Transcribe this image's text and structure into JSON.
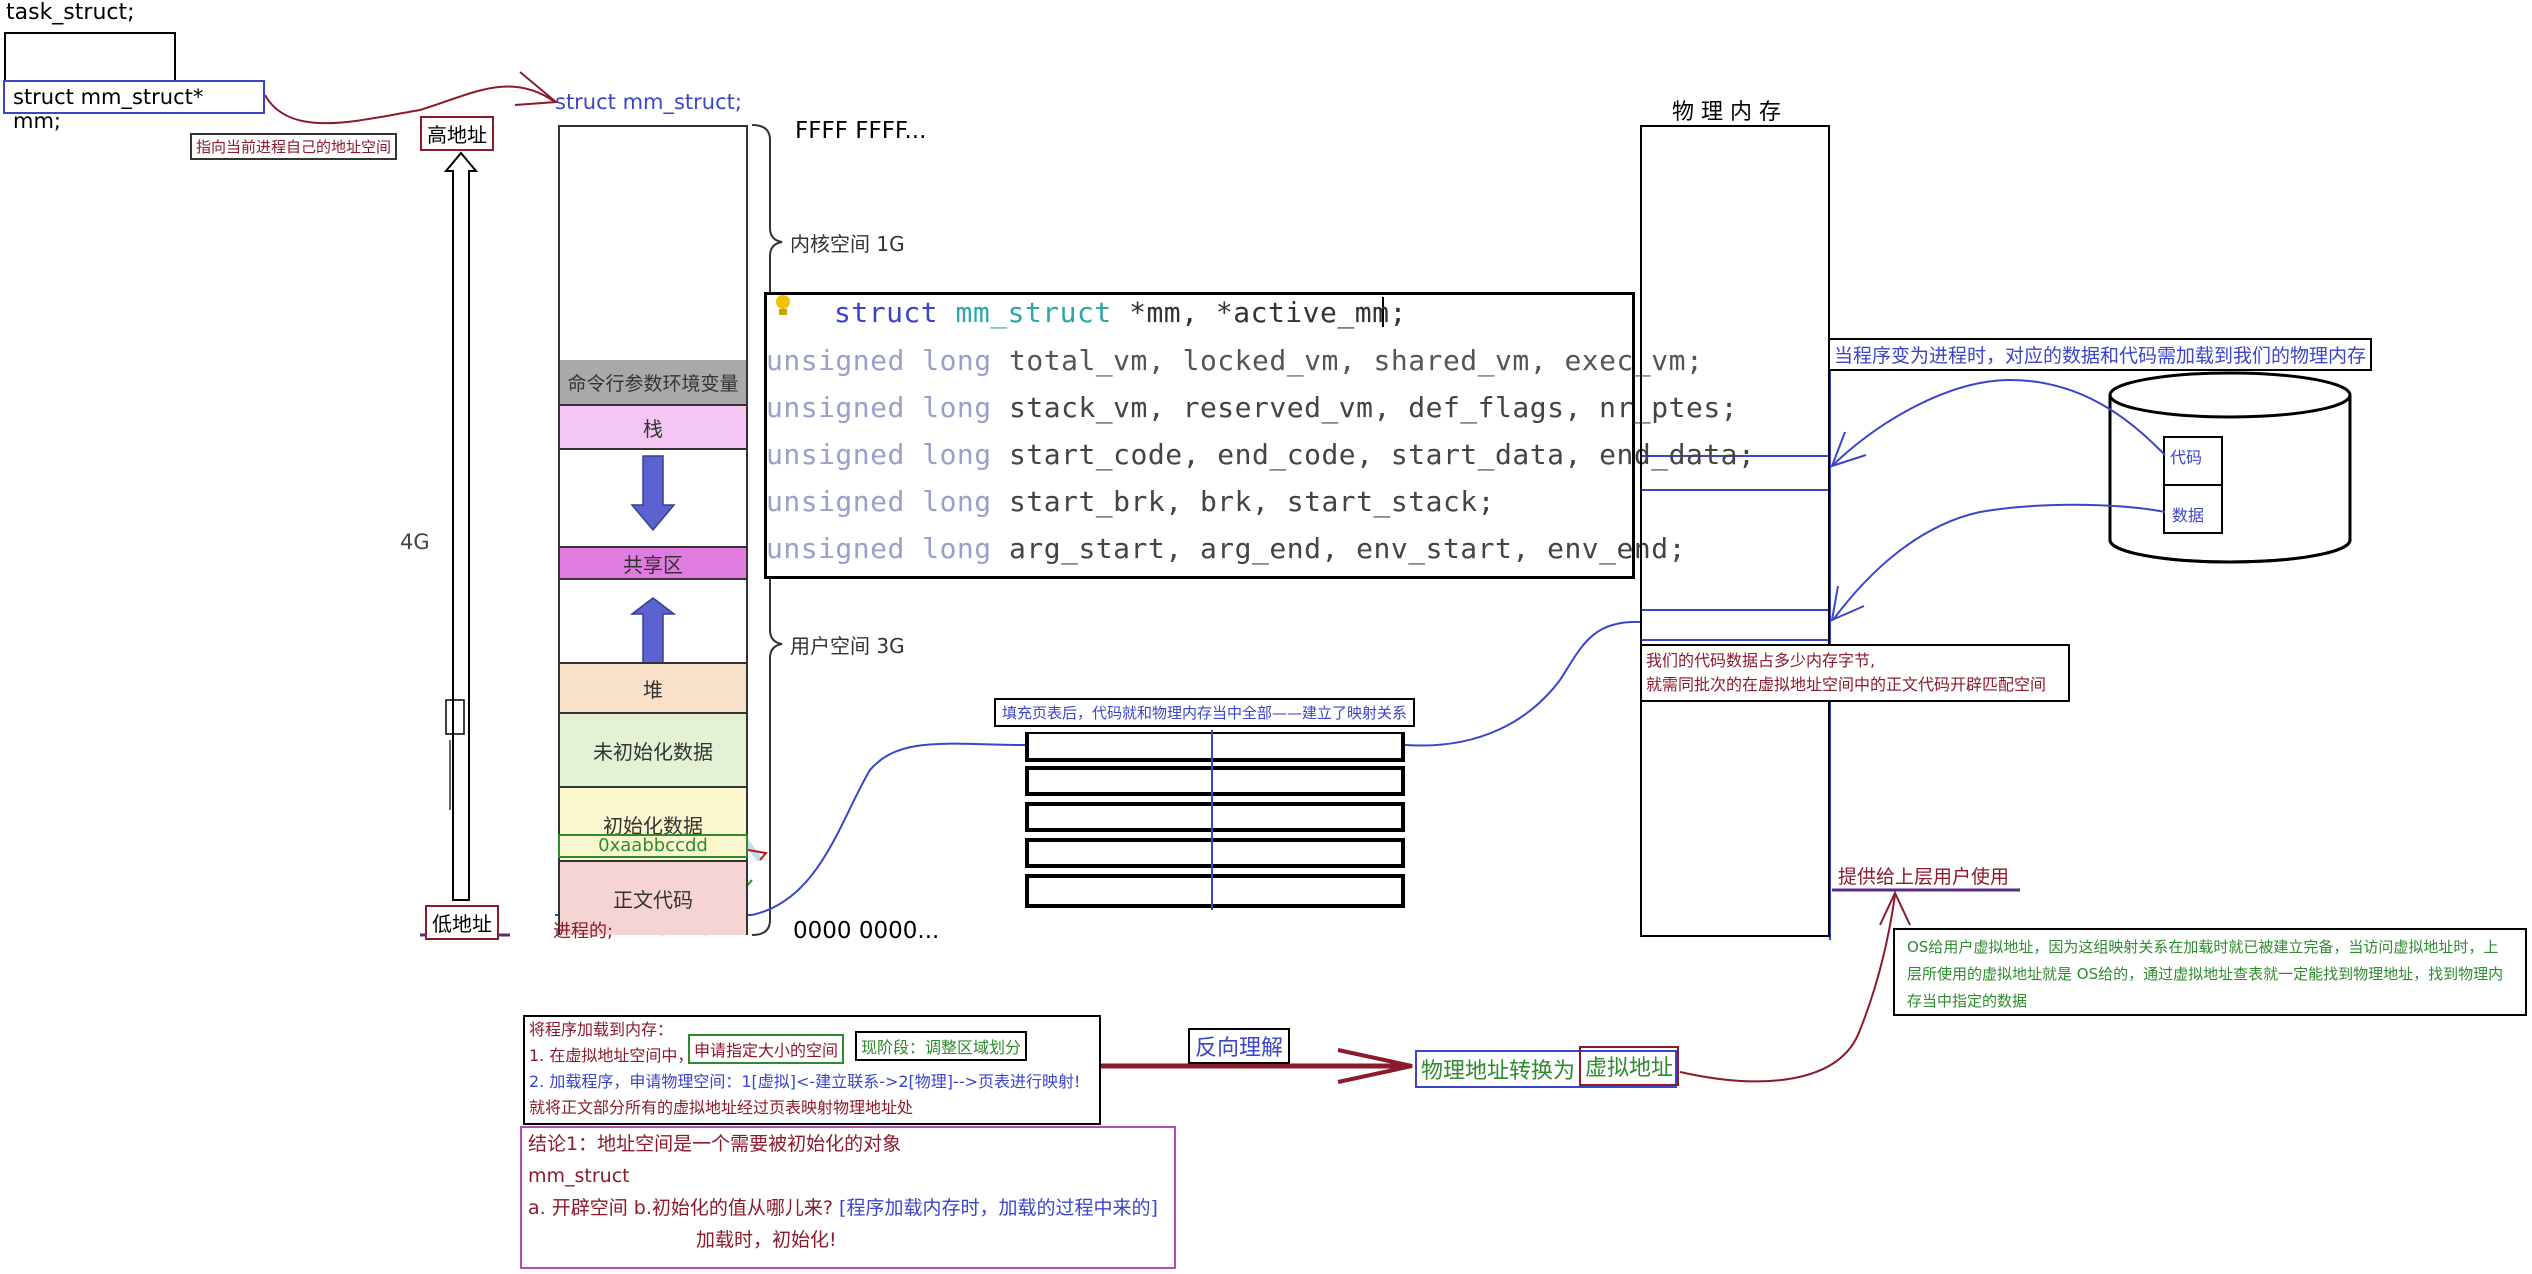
{
  "task_struct": {
    "title": "task_struct;",
    "field": "struct mm_struct* mm;",
    "note": "指向当前进程自己的地址空间"
  },
  "mm_struct_label": "struct mm_struct;",
  "address_space": {
    "high_addr": "高地址",
    "low_addr": "低地址",
    "size_label": "4G",
    "top_addr": "FFFF FFFF...",
    "bottom_addr": "0000 0000...",
    "kernel_space": "内核空间 1G",
    "user_space": "用户空间 3G",
    "process_label": "进程的;",
    "segments": {
      "args_env": "命令行参数环境变量",
      "stack": "栈",
      "shared": "共享区",
      "heap": "堆",
      "bss": "未初始化数据",
      "data": "初始化数据",
      "addr_value": "0xaabbccdd",
      "text": "正文代码"
    }
  },
  "code_box": {
    "lines": [
      {
        "kw": "struct ",
        "type": "mm_struct",
        "rest": " *mm, *active_mm;"
      },
      {
        "kw": "unsigned long ",
        "rest": "total_vm, locked_vm, shared_vm, exec_vm;"
      },
      {
        "kw": "unsigned long ",
        "rest": "stack_vm, reserved_vm, def_flags, nr_ptes;"
      },
      {
        "kw": "unsigned long ",
        "rest": "start_code, end_code, start_data, end_data;"
      },
      {
        "kw": "unsigned long ",
        "rest": "start_brk, brk, start_stack;"
      },
      {
        "kw": "unsigned long ",
        "rest": "arg_start, arg_end, env_start, env_end;"
      }
    ]
  },
  "page_table": {
    "note": "填充页表后，代码就和物理内存当中全部——建立了映射关系"
  },
  "physical_memory": {
    "title": "物 理 内 存",
    "load_note": "当程序变为进程时，对应的数据和代码需加载到我们的物理内存",
    "code_label": "代码",
    "data_label": "数据",
    "size_note_1": "我们的代码数据占多少内存字节,",
    "size_note_2": "就需同批次的在虚拟地址空间中的正文代码开辟匹配空间",
    "provide_note": "提供给上层用户使用",
    "os_note": "OS给用户虚拟地址，因为这组映射关系在加载时就已被建立完备，当访问虚拟地址时，上层所使用的虚拟地址就是 OS给的，通过虚拟地址查表就一定能找到物理地址，找到物理内存当中指定的数据"
  },
  "loading_box": {
    "title": "将程序加载到内存：",
    "step1": "1. 在虚拟地址空间中，",
    "step1_highlight": "申请指定大小的空间",
    "stage_note": "现阶段：调整区域划分",
    "step2": "2. 加载程序，申请物理空间：1[虚拟]<-建立联系->2[物理]-->页表进行映射!",
    "step3": "就将正文部分所有的虚拟地址经过页表映射物理地址处"
  },
  "reverse": {
    "label": "反向理解",
    "conversion": "物理地址转换为",
    "conversion_highlight": "虚拟地址"
  },
  "conclusion": {
    "line1": "结论1：地址空间是一个需要被初始化的对象",
    "line2": "mm_struct",
    "line3a": "a. 开辟空间 b.",
    "line3b": "初始化",
    "line3c": "的值从哪儿来?",
    "line3d": "[程序加载内存时，加载的过程中来的]",
    "line4": "加载时，初始化!"
  },
  "colors": {
    "blue": "#3b45c9",
    "dark_red": "#8b1a2b",
    "green": "#2e8b2e",
    "purple": "#7a2e8f",
    "stack_pink": "#f3c6f3",
    "shared_magenta": "#e07ce0",
    "heap_peach": "#f9e0c8",
    "bss_green": "#e3f2d2",
    "data_yellow": "#fcf7cf",
    "text_rose": "#f7d4d4",
    "args_gray": "#a9a9a9"
  }
}
